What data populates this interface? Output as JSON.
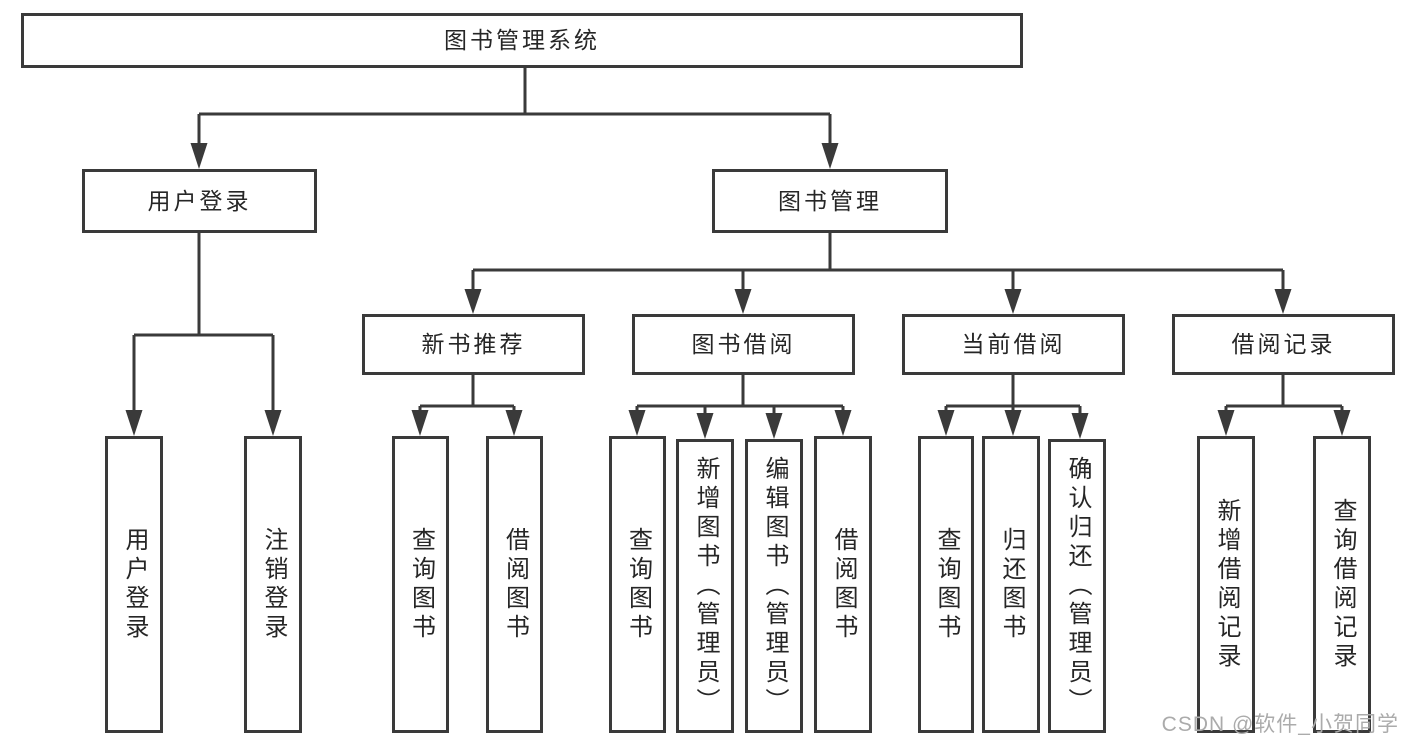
{
  "diagram": {
    "nodes": {
      "root": "图书管理系统",
      "user_login": "用户登录",
      "book_mgmt": "图书管理",
      "ul_login": "用户登录",
      "ul_logout": "注销登录",
      "new_book_rec": "新书推荐",
      "book_borrow": "图书借阅",
      "current_borrow": "当前借阅",
      "borrow_records": "借阅记录",
      "nbr_query": "查询图书",
      "nbr_borrow": "借阅图书",
      "bb_query": "查询图书",
      "bb_add": "新增图书（管理员）",
      "bb_edit": "编辑图书（管理员）",
      "bb_borrow": "借阅图书",
      "cb_query": "查询图书",
      "cb_return": "归还图书",
      "cb_confirm": "确认归还（管理员）",
      "br_add": "新增借阅记录",
      "br_query": "查询借阅记录"
    },
    "tree": {
      "label": "图书管理系统",
      "children": [
        {
          "label": "用户登录",
          "children": [
            {
              "label": "用户登录"
            },
            {
              "label": "注销登录"
            }
          ]
        },
        {
          "label": "图书管理",
          "children": [
            {
              "label": "新书推荐",
              "children": [
                {
                  "label": "查询图书"
                },
                {
                  "label": "借阅图书"
                }
              ]
            },
            {
              "label": "图书借阅",
              "children": [
                {
                  "label": "查询图书"
                },
                {
                  "label": "新增图书（管理员）"
                },
                {
                  "label": "编辑图书（管理员）"
                },
                {
                  "label": "借阅图书"
                }
              ]
            },
            {
              "label": "当前借阅",
              "children": [
                {
                  "label": "查询图书"
                },
                {
                  "label": "归还图书"
                },
                {
                  "label": "确认归还（管理员）"
                }
              ]
            },
            {
              "label": "借阅记录",
              "children": [
                {
                  "label": "新增借阅记录"
                },
                {
                  "label": "查询借阅记录"
                }
              ]
            }
          ]
        }
      ]
    }
  },
  "watermark": {
    "text": "CSDN @软件_小贺同学"
  },
  "colors": {
    "line": "#3a3a3a",
    "text": "#262626",
    "background": "#ffffff",
    "watermark": "#ababab"
  }
}
